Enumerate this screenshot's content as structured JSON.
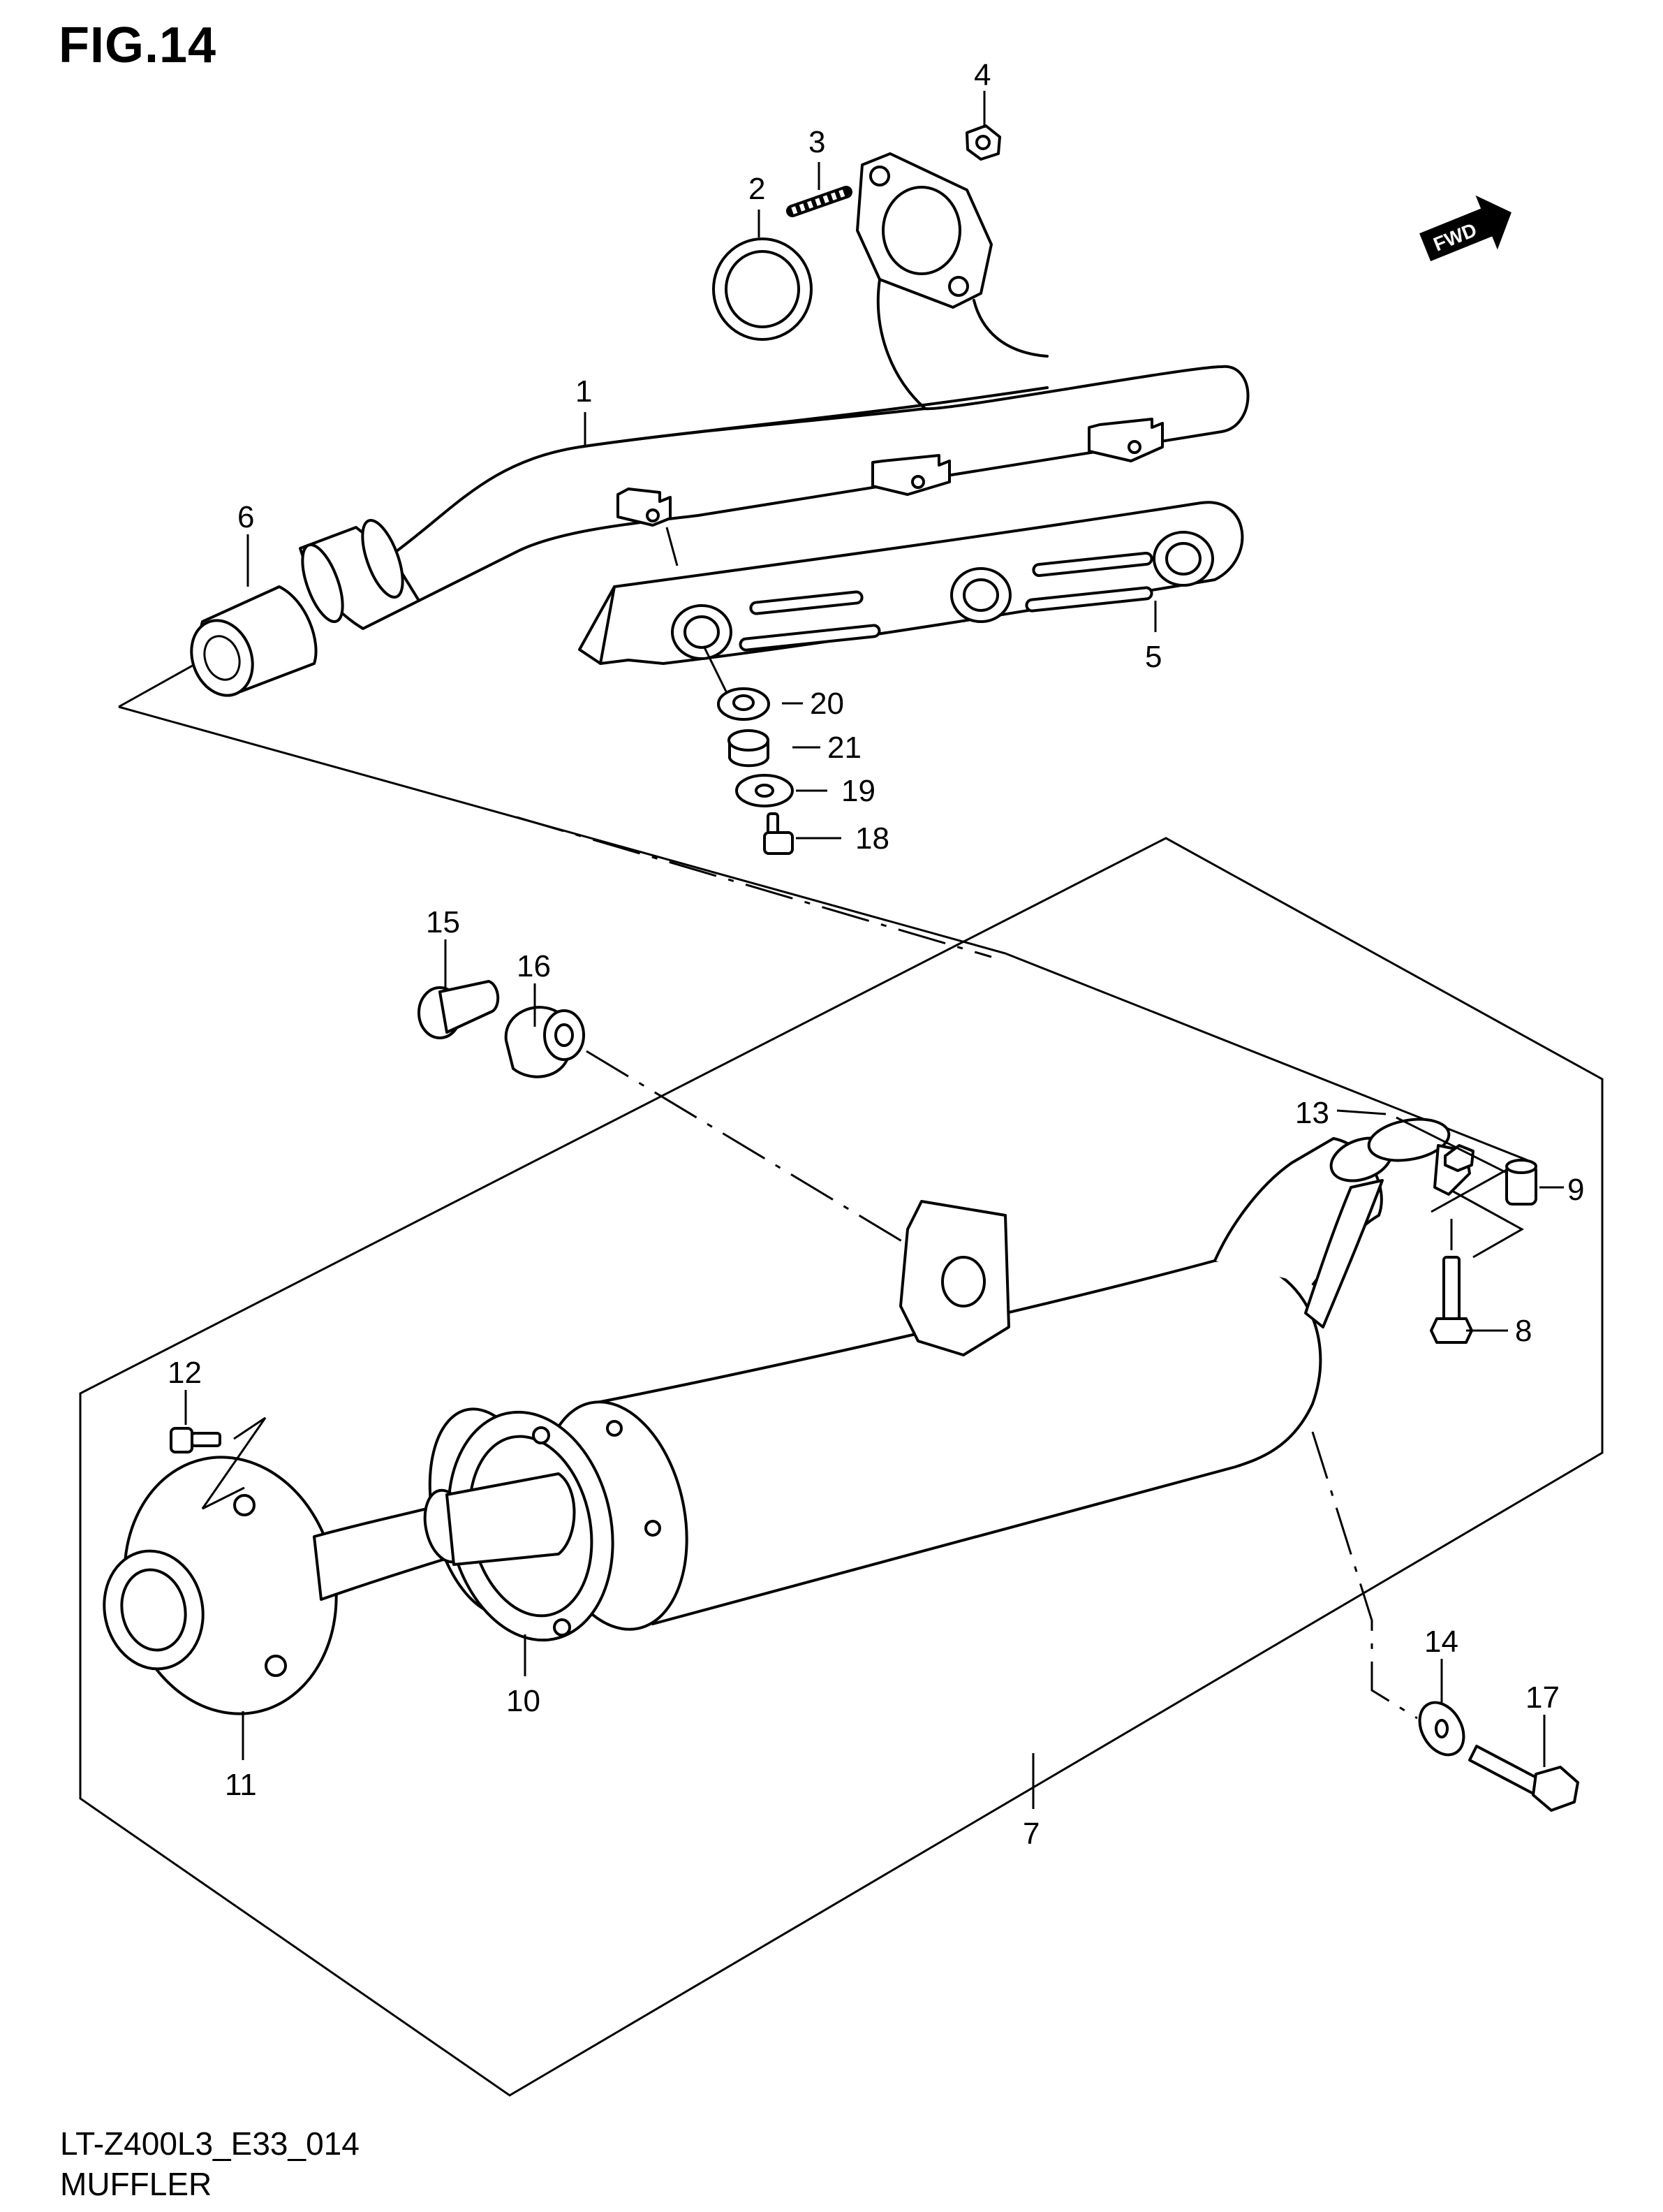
{
  "figure": {
    "title": "FIG.14",
    "code": "LT-Z400L3_E33_014",
    "name": "MUFFLER"
  },
  "fwd_badge": "FWD",
  "callouts": [
    "1",
    "2",
    "3",
    "4",
    "5",
    "6",
    "7",
    "8",
    "9",
    "10",
    "11",
    "12",
    "13",
    "14",
    "15",
    "16",
    "17",
    "18",
    "19",
    "20",
    "21"
  ],
  "colors": {
    "line": "#000000",
    "background": "#ffffff"
  }
}
